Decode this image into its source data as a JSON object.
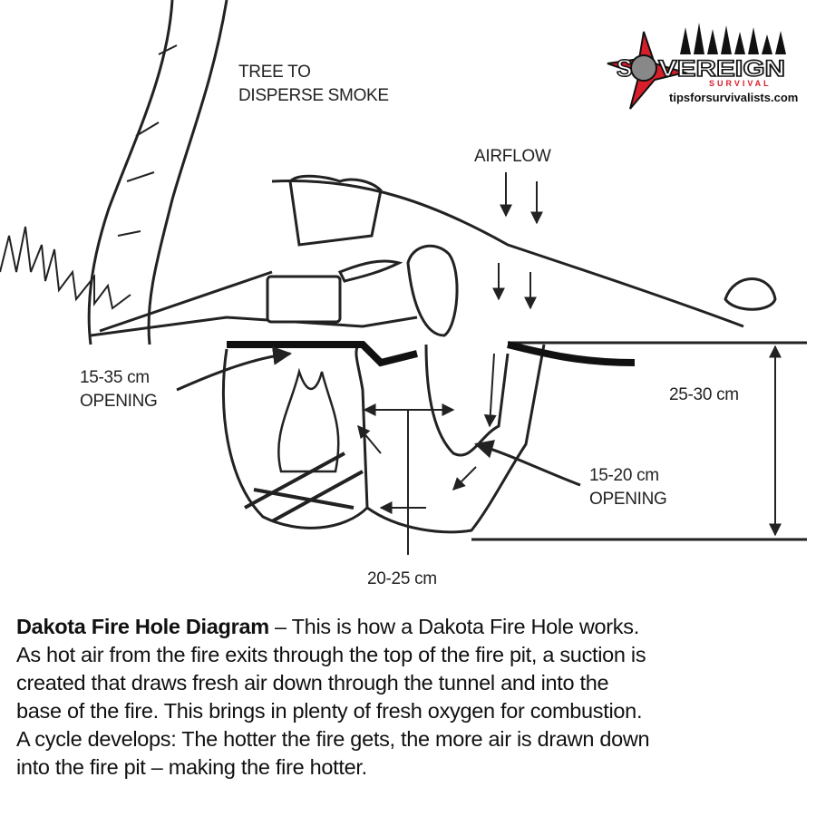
{
  "diagram": {
    "labels": {
      "tree": [
        "TREE TO",
        "DISPERSE SMOKE"
      ],
      "airflow": "AIRFLOW",
      "left_opening": [
        "15-35 cm",
        "OPENING"
      ],
      "depth": "25-30 cm",
      "right_opening": [
        "15-20 cm",
        "OPENING"
      ],
      "width": "20-25 cm"
    }
  },
  "logo": {
    "brand": "SOVEREIGN",
    "sub": "SURVIVAL",
    "site": "tipsforsurvivalists.com",
    "colors": {
      "red": "#d81e2a",
      "black": "#111111"
    }
  },
  "caption": {
    "title": "Dakota Fire Hole Diagram",
    "lines": [
      " – This is how a Dakota Fire Hole works.",
      "As hot air from the fire exits through the top of the fire pit, a suction is",
      "created that draws fresh air down through the tunnel and into the",
      "base of the fire. This brings in plenty of fresh oxygen for combustion.",
      "A cycle develops: The hotter the fire gets, the more air is drawn down",
      "into the fire pit – making the fire hotter."
    ]
  }
}
